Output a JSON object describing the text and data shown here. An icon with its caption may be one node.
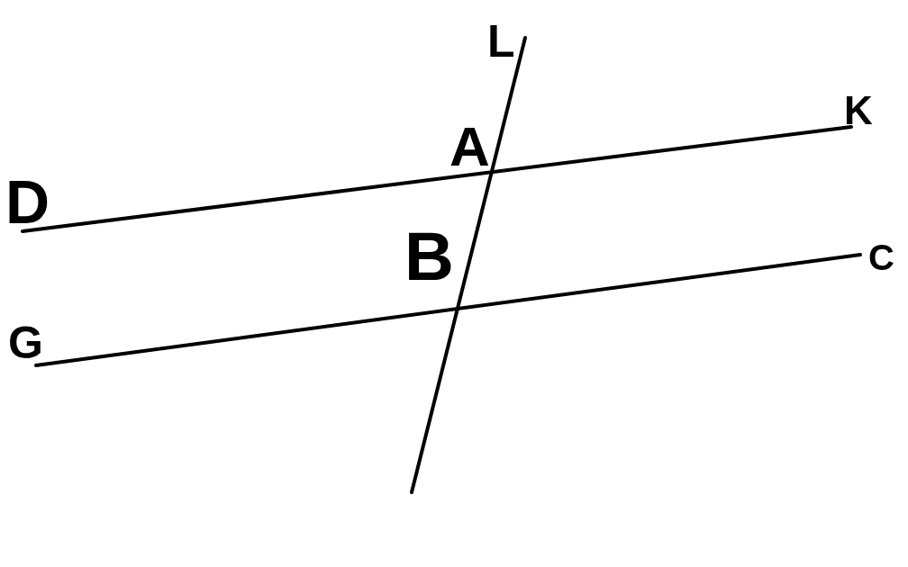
{
  "diagram": {
    "labels": [
      "L",
      "K",
      "A",
      "D",
      "B",
      "C",
      "G"
    ]
  }
}
